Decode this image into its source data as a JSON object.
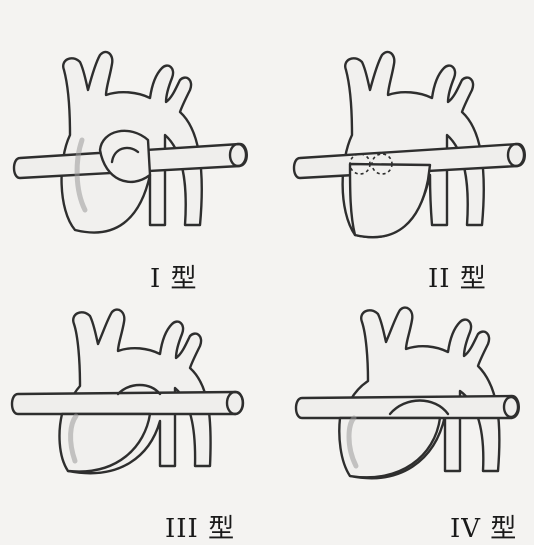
{
  "panels": [
    {
      "id": "type-1",
      "label": "I 型"
    },
    {
      "id": "type-2",
      "label": "II 型"
    },
    {
      "id": "type-3",
      "label": "III 型"
    },
    {
      "id": "type-4",
      "label": "IV 型"
    }
  ]
}
